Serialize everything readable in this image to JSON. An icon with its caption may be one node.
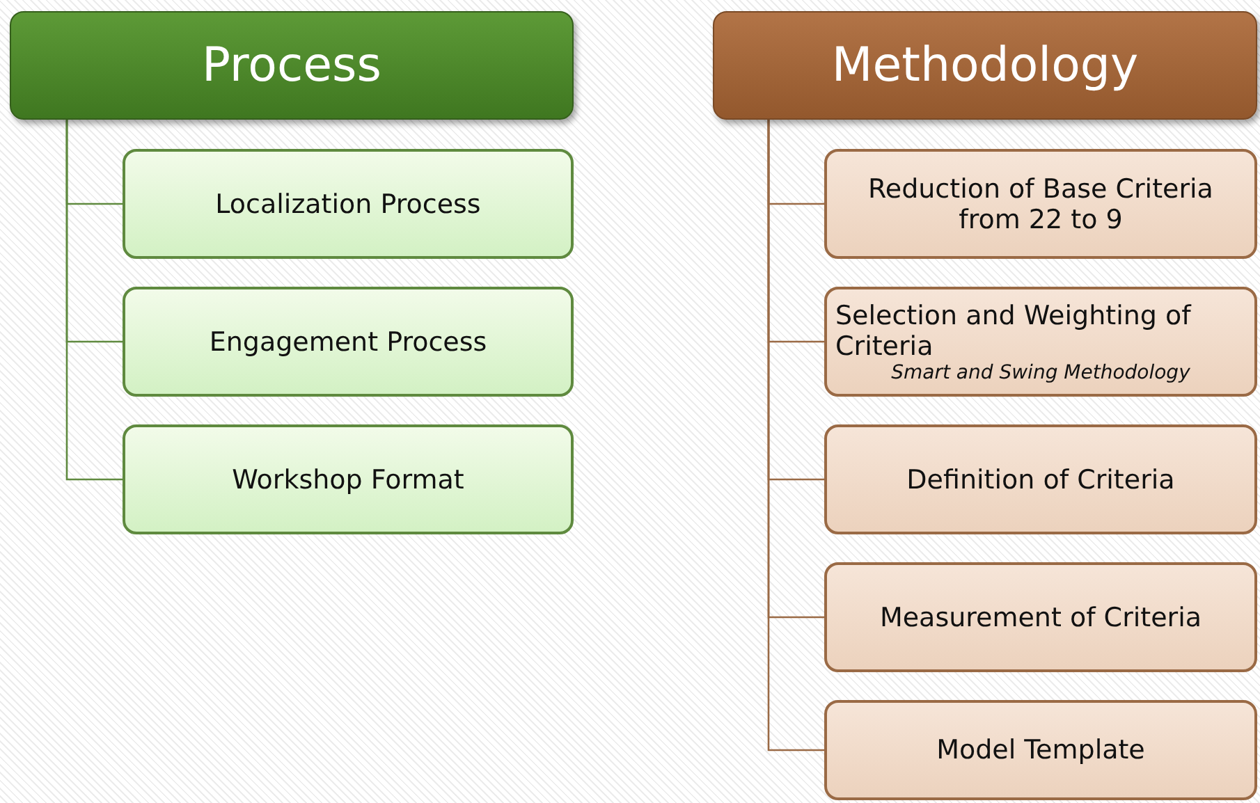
{
  "diagram": {
    "nodes": [
      {
        "text": [
          "Process"
        ]
      },
      {
        "text": [
          "Localization Process"
        ]
      },
      {
        "text": [
          "Engagement Process"
        ]
      },
      {
        "text": [
          "Workshop Format"
        ]
      },
      {
        "text": [
          "Methodology"
        ]
      },
      {
        "text": [
          "Reduction of Base Criteria from 22 to 9"
        ]
      },
      {
        "text": [
          "Selection and Weighting of Criteria",
          "Smart and Swing Methodology"
        ]
      },
      {
        "text": [
          "Definition of Criteria"
        ]
      },
      {
        "text": [
          "Measurement of Criteria"
        ]
      },
      {
        "text": [
          "Model Template"
        ]
      }
    ],
    "edges": [
      {
        "from": 0,
        "to": 1,
        "arrow": "none"
      },
      {
        "from": 0,
        "to": 2,
        "arrow": "none"
      },
      {
        "from": 0,
        "to": 3,
        "arrow": "none"
      },
      {
        "from": 4,
        "to": 5,
        "arrow": "none"
      },
      {
        "from": 4,
        "to": 6,
        "arrow": "none"
      },
      {
        "from": 4,
        "to": 7,
        "arrow": "none"
      },
      {
        "from": 4,
        "to": 8,
        "arrow": "none"
      },
      {
        "from": 4,
        "to": 9,
        "arrow": "none"
      }
    ]
  }
}
